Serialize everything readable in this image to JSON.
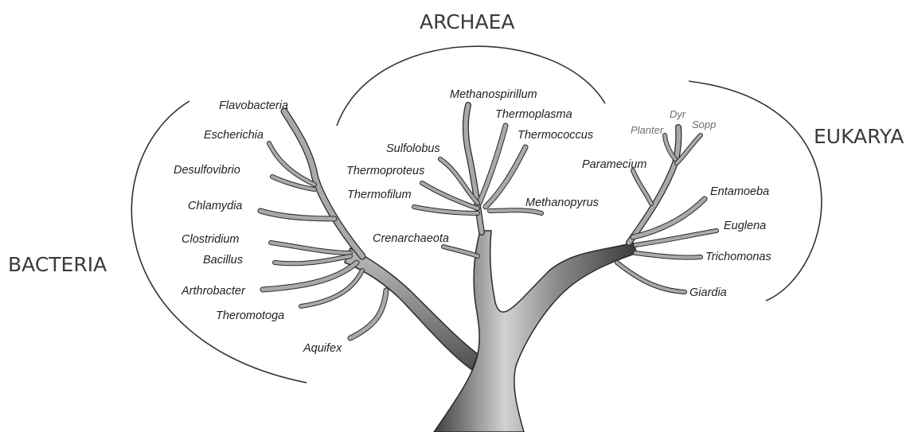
{
  "domains": {
    "archaea": "ARCHAEA",
    "bacteria": "BACTERIA",
    "eukarya": "EUKARYA"
  },
  "bacteria_taxa": [
    "Flavobacteria",
    "Escherichia",
    "Desulfovibrio",
    "Chlamydia",
    "Clostridium",
    "Bacillus",
    "Arthrobacter",
    "Theromotoga",
    "Aquifex"
  ],
  "archaea_taxa": [
    "Methanospirillum",
    "Thermoplasma",
    "Thermococcus",
    "Sulfolobus",
    "Thermoproteus",
    "Thermofilum",
    "Methanopyrus",
    "Crenarchaeota"
  ],
  "eukarya_taxa": [
    "Dyr",
    "Planter",
    "Sopp",
    "Paramecium",
    "Entamoeba",
    "Euglena",
    "Trichomonas",
    "Giardia"
  ],
  "colors": {
    "trunk_dark": "#4a4a4a",
    "trunk_light": "#c8c8c8",
    "branch_fill": "#a9a9a9",
    "outline": "#2a2a2a"
  }
}
